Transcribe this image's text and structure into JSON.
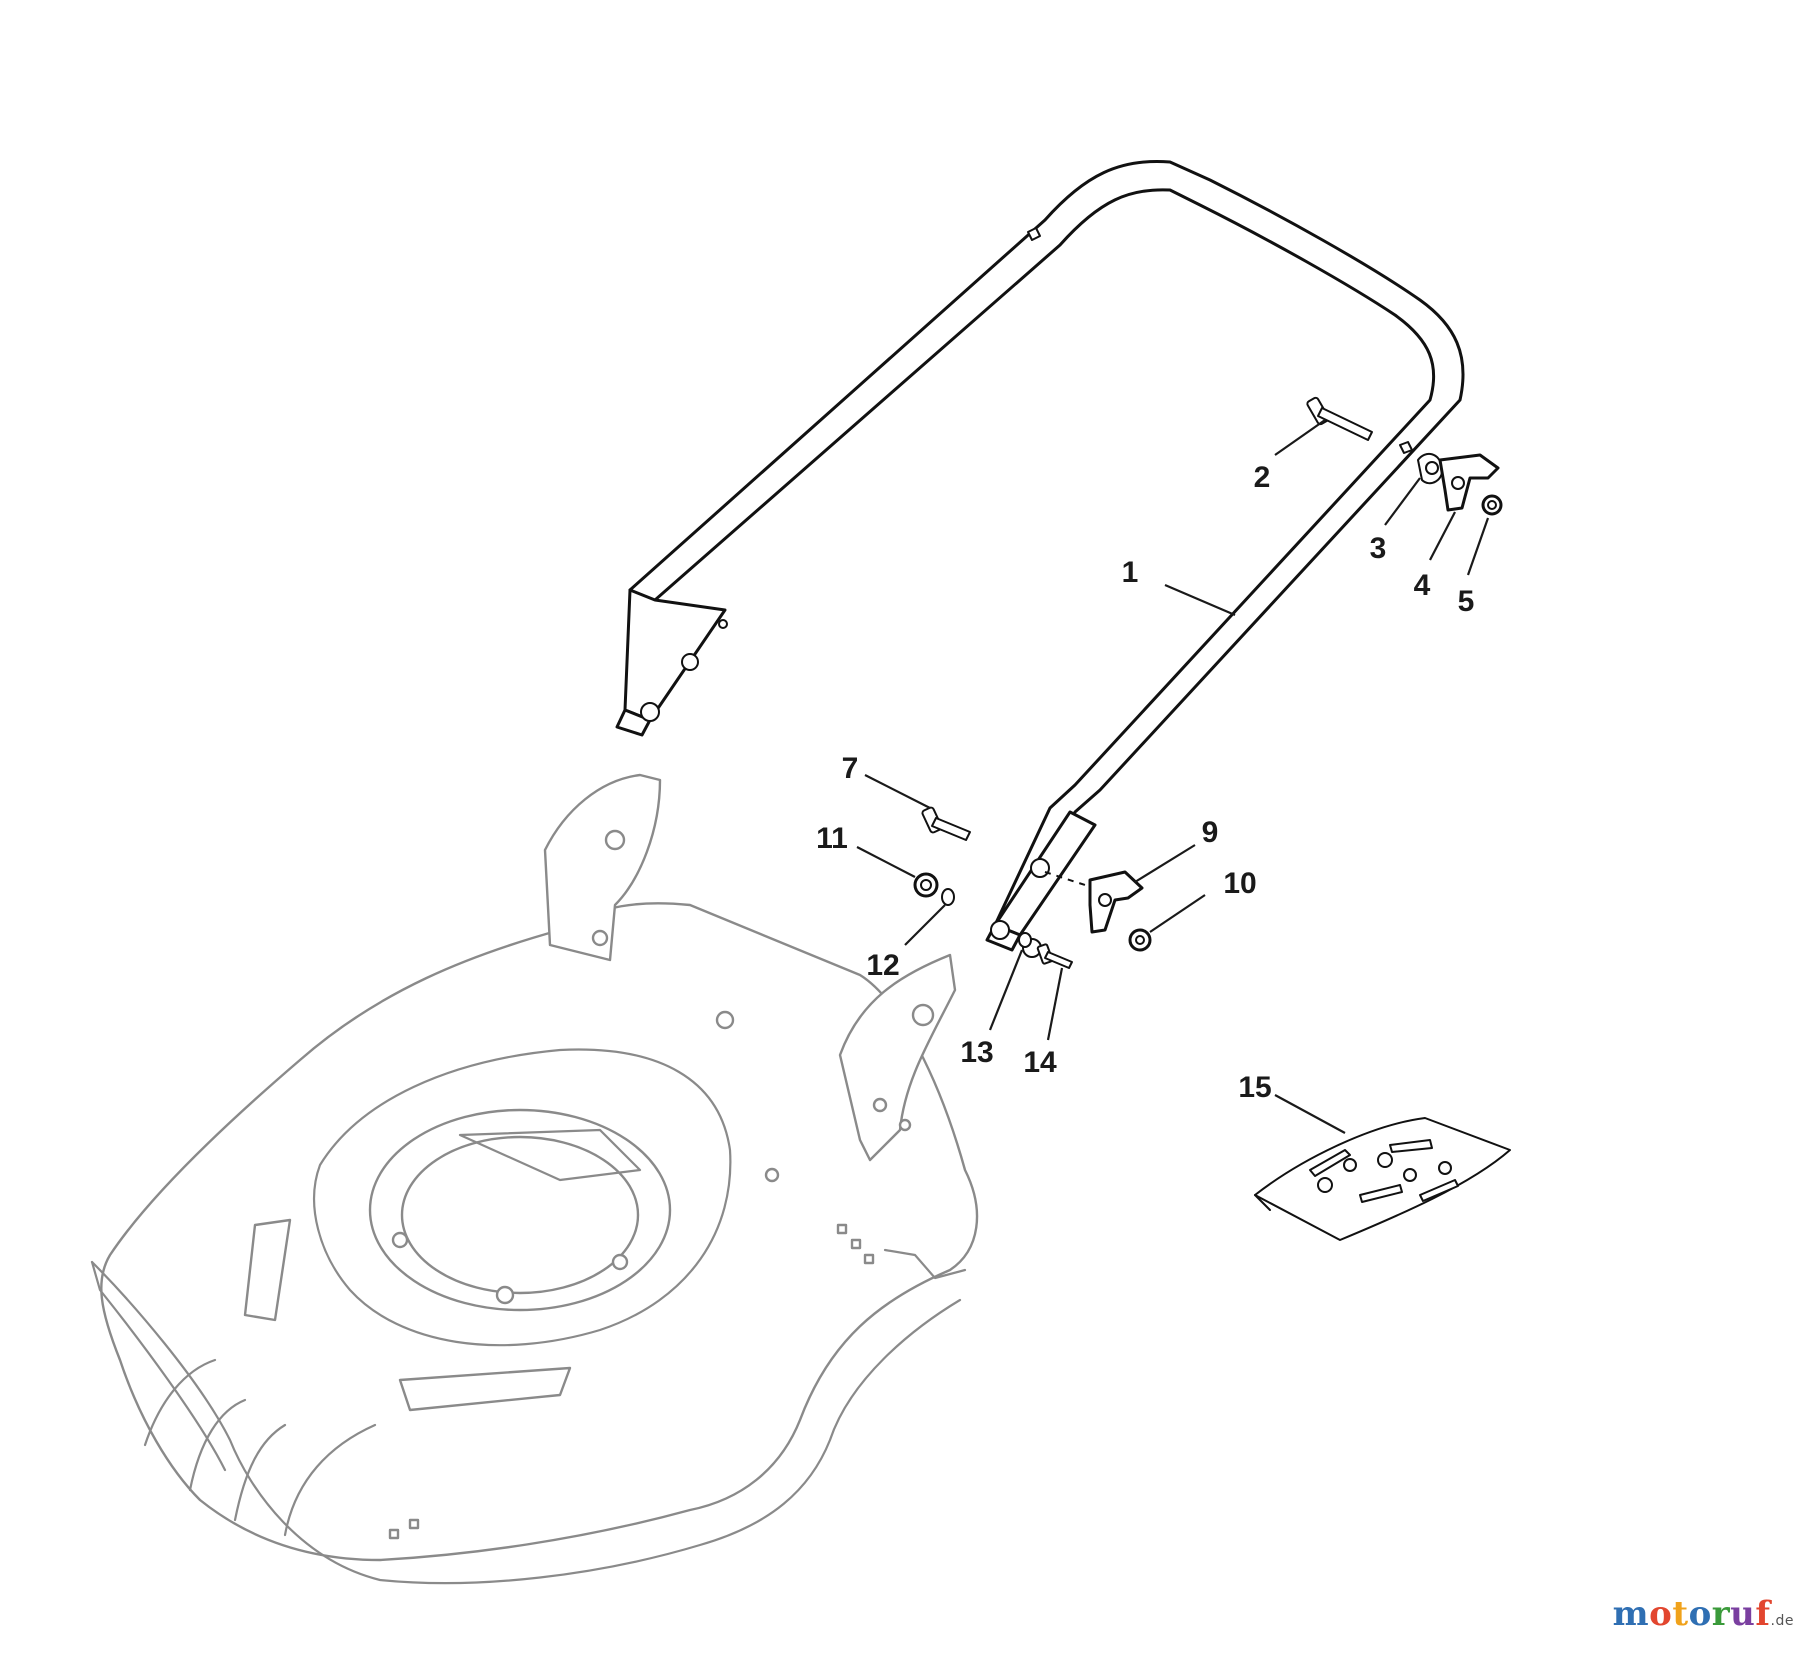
{
  "callouts": [
    {
      "id": "1",
      "label": "1"
    },
    {
      "id": "2",
      "label": "2"
    },
    {
      "id": "3",
      "label": "3"
    },
    {
      "id": "4",
      "label": "4"
    },
    {
      "id": "5",
      "label": "5"
    },
    {
      "id": "7",
      "label": "7"
    },
    {
      "id": "9",
      "label": "9"
    },
    {
      "id": "10",
      "label": "10"
    },
    {
      "id": "11",
      "label": "11"
    },
    {
      "id": "12",
      "label": "12"
    },
    {
      "id": "13",
      "label": "13"
    },
    {
      "id": "14",
      "label": "14"
    },
    {
      "id": "15",
      "label": "15"
    }
  ],
  "watermark": {
    "letters": [
      "m",
      "o",
      "t",
      "o",
      "r",
      "u",
      "f"
    ],
    "letter_colors": [
      "#2f6fb3",
      "#e2462f",
      "#f0a21b",
      "#2f6fb3",
      "#3a9a3a",
      "#7a3fa0",
      "#e2462f"
    ],
    "tld": ".de"
  }
}
